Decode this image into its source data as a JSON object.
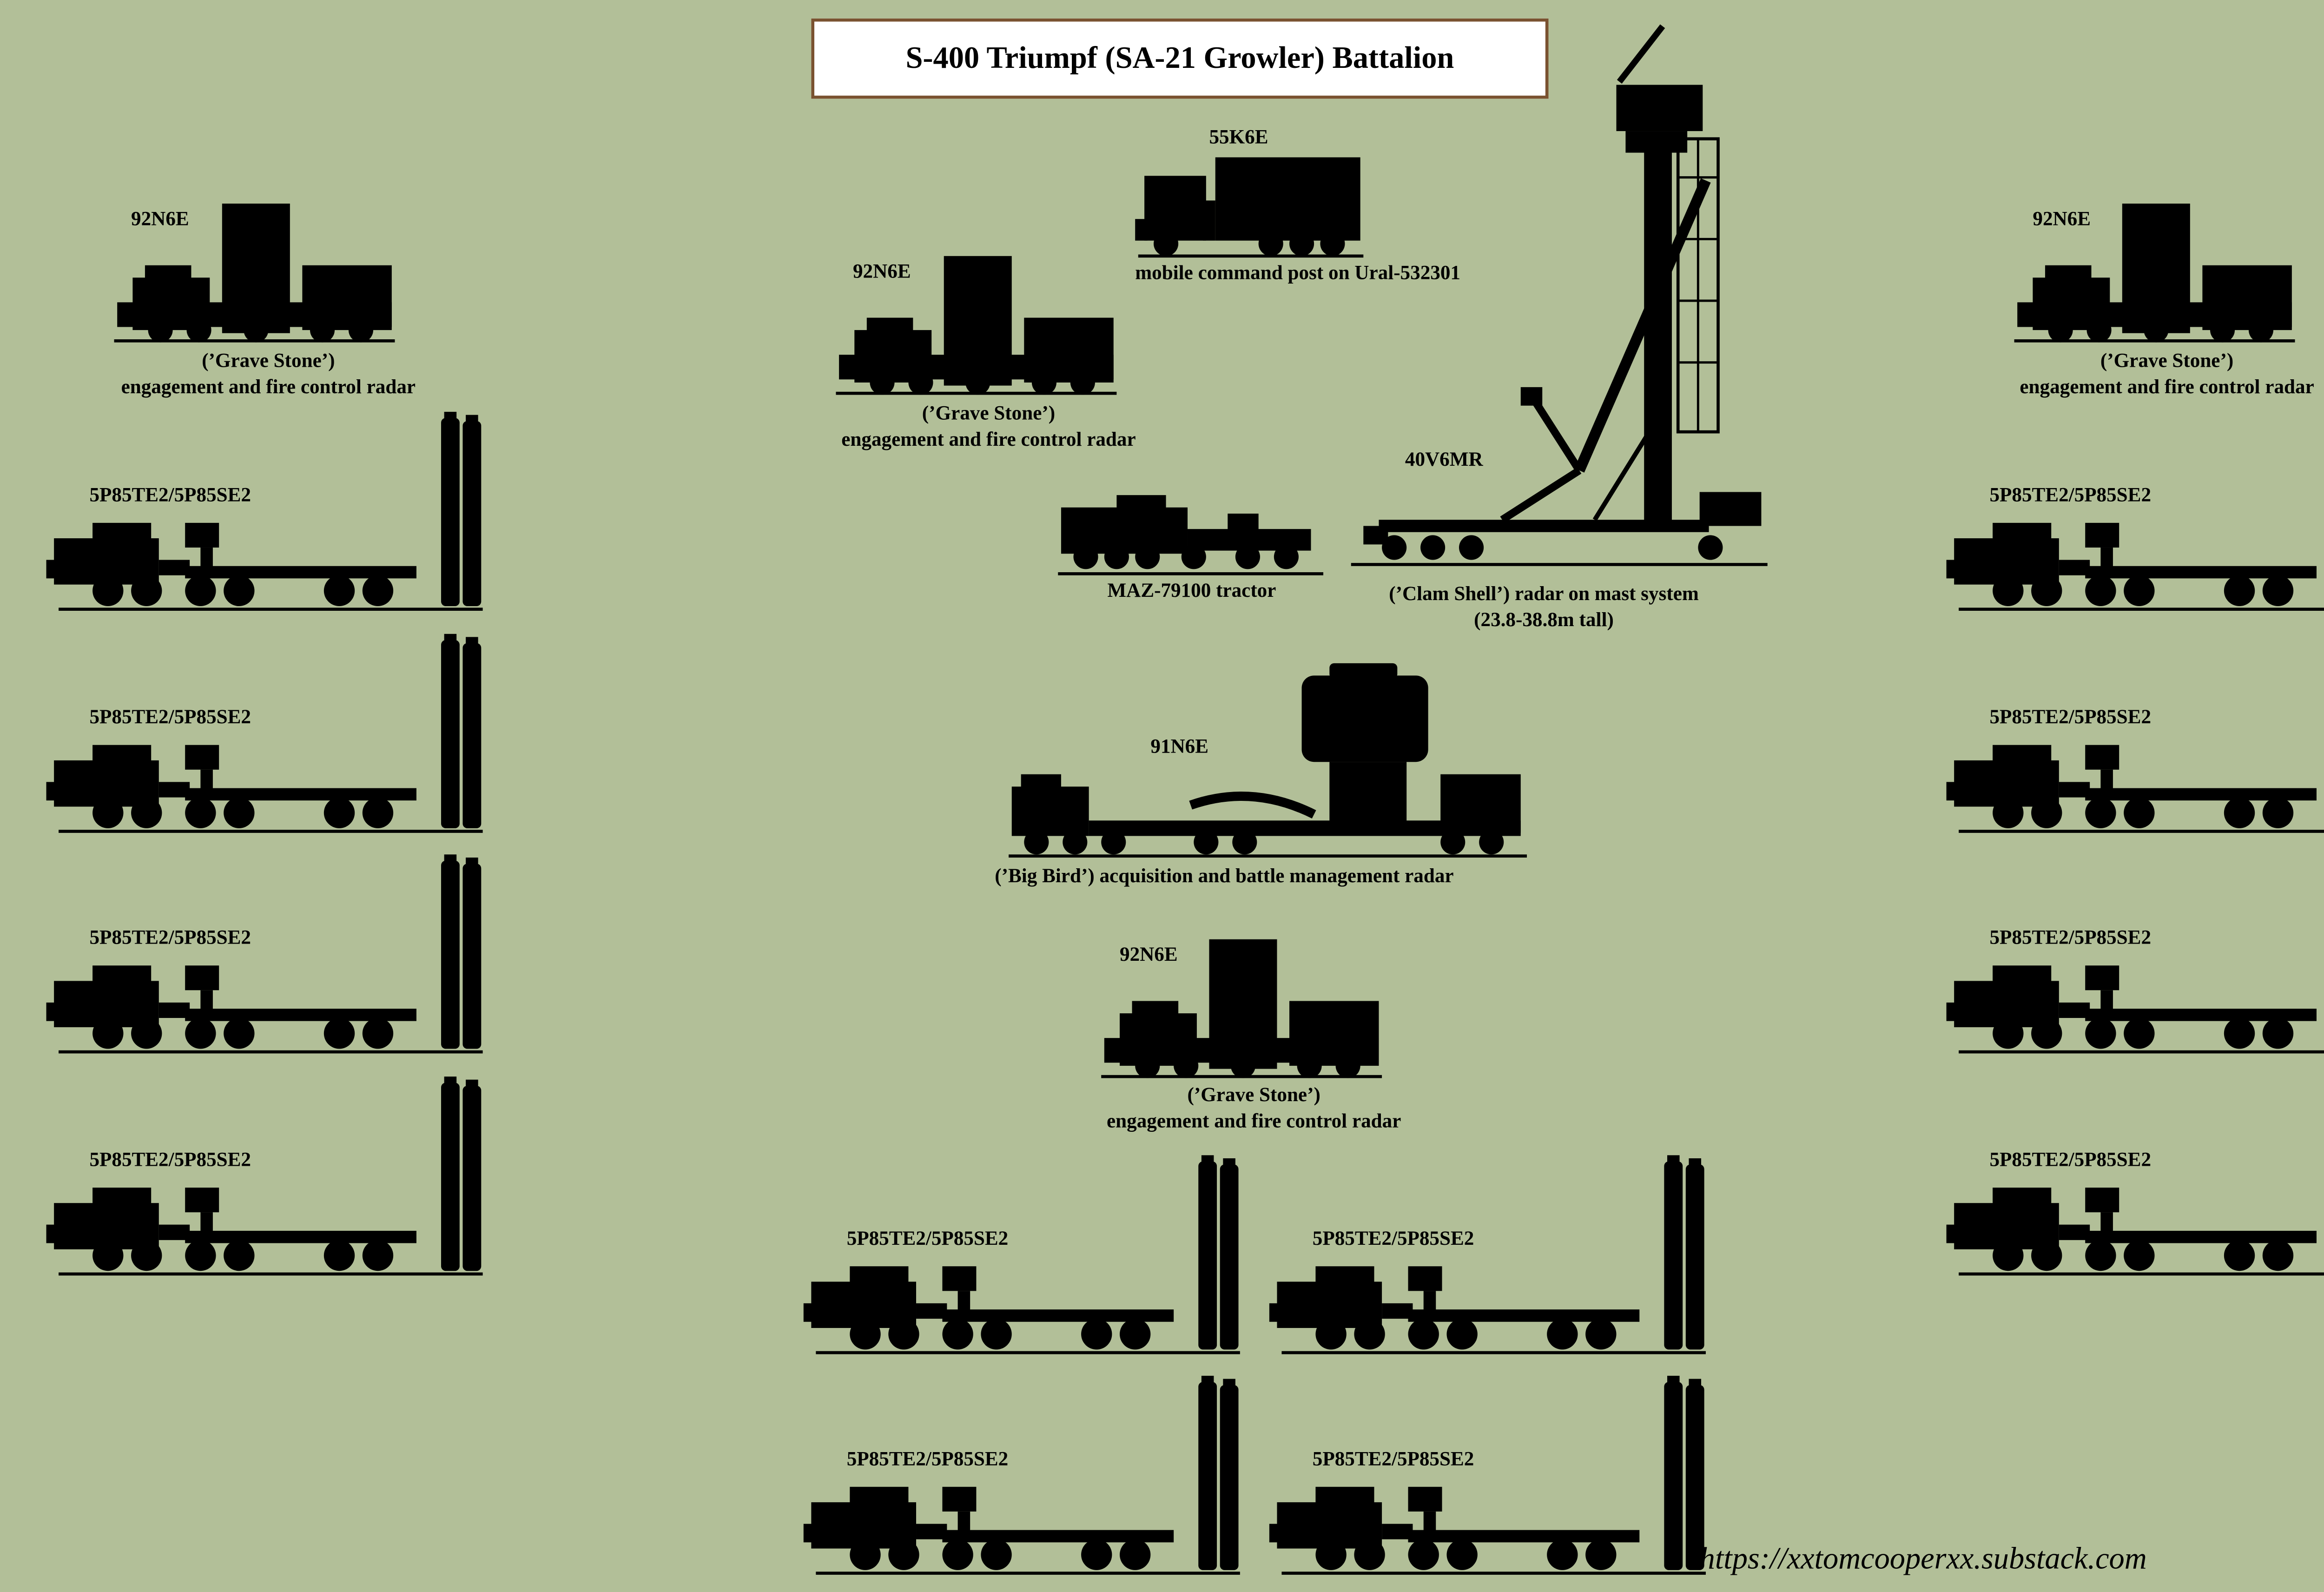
{
  "title": "S-400 Triumpf (SA-21 Growler) Battalion",
  "watermark": "https://xxtomcooperxx.substack.com",
  "colors": {
    "background": "#b2bf98",
    "silhouette": "#000000",
    "title_border": "#7a5230"
  },
  "radar_92n6e": {
    "designation": "92N6E",
    "caption_line1": "(’Grave Stone’)",
    "caption_line2": "engagement and fire control radar"
  },
  "command_post": {
    "designation": "55K6E",
    "caption": "mobile command post on Ural-532301"
  },
  "mast_radar": {
    "designation": "40V6MR",
    "caption_line1": "(’Clam Shell’) radar on mast system",
    "caption_line2": "(23.8-38.8m tall)"
  },
  "tractor": {
    "caption": "MAZ-79100 tractor"
  },
  "big_bird": {
    "designation": "91N6E",
    "caption": "(’Big Bird’) acquisition and battle management radar"
  },
  "launcher": {
    "designation": "5P85TE2/5P85SE2"
  }
}
